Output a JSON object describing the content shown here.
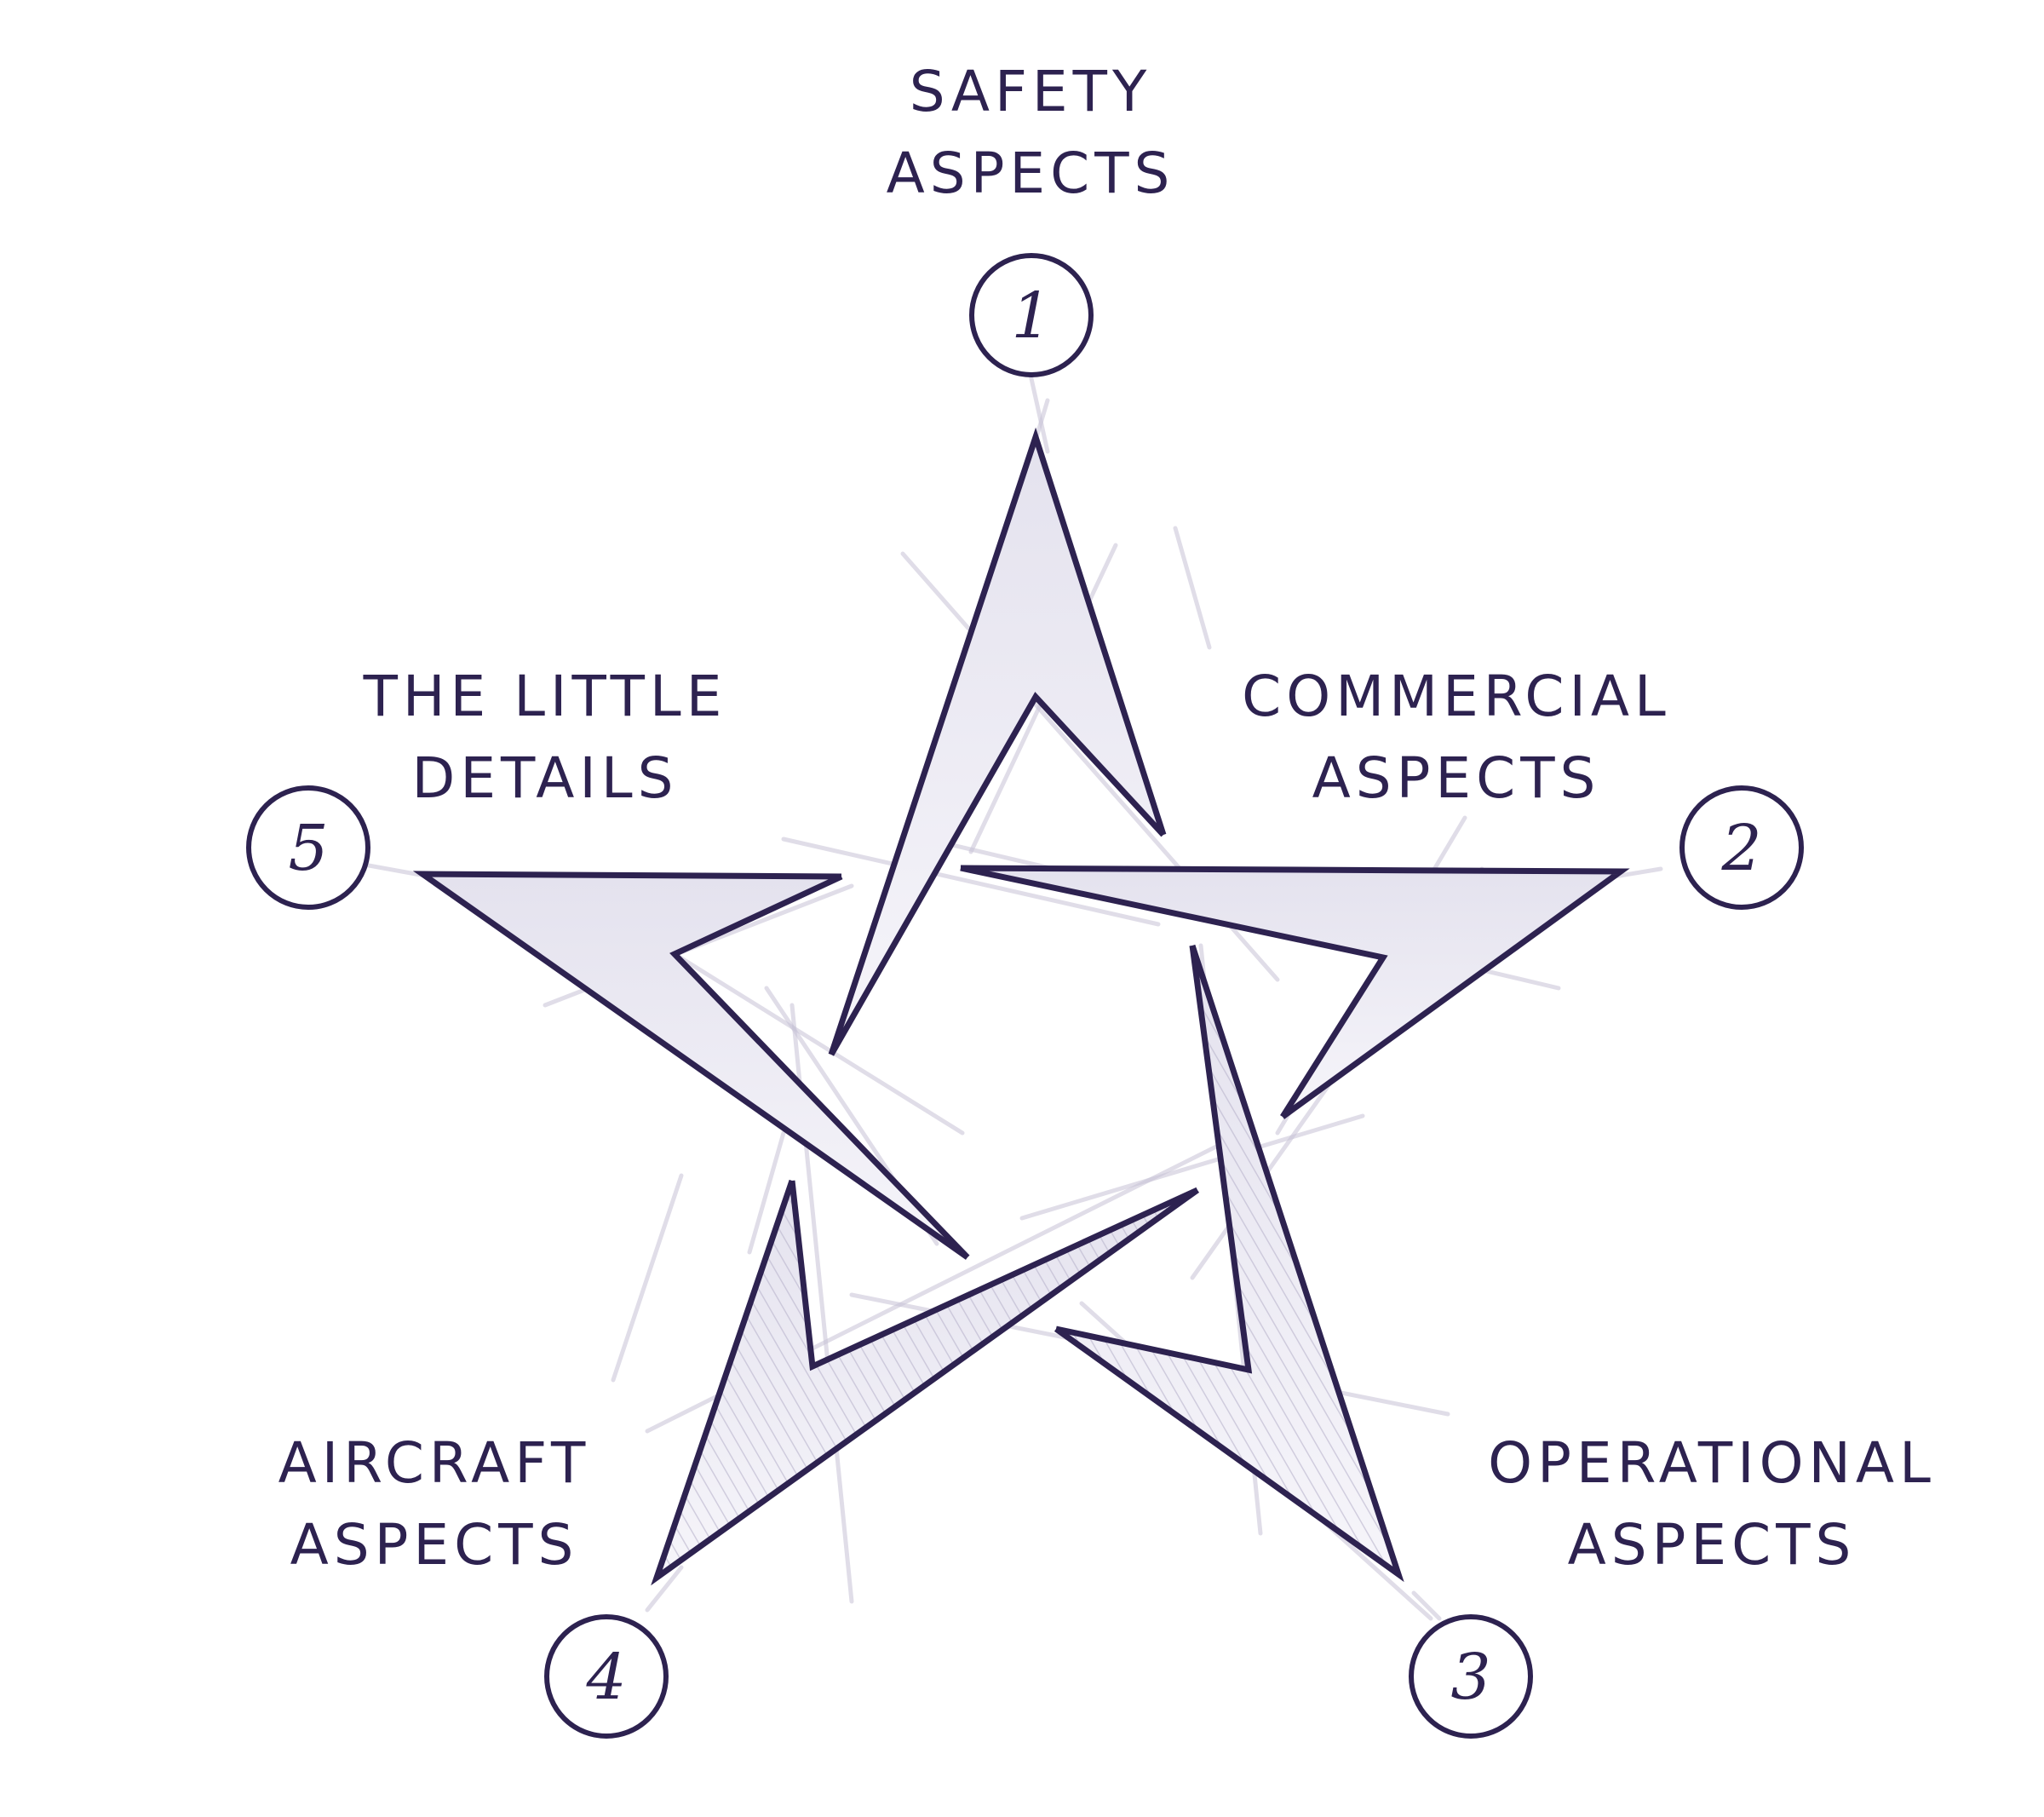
{
  "nodes": [
    {
      "number": "1",
      "label_line1": "SAFETY",
      "label_line2": "ASPECTS"
    },
    {
      "number": "2",
      "label_line1": "COMMERCIAL",
      "label_line2": "ASPECTS"
    },
    {
      "number": "3",
      "label_line1": "OPERATIONAL",
      "label_line2": "ASPECTS"
    },
    {
      "number": "4",
      "label_line1": "AIRCRAFT",
      "label_line2": "ASPECTS"
    },
    {
      "number": "5",
      "label_line1": "THE LITTLE",
      "label_line2": "DETAILS"
    }
  ],
  "colors": {
    "ink": "#2d2250",
    "fill_light": "#eceaf4",
    "sketch": "#c7c3d6"
  }
}
